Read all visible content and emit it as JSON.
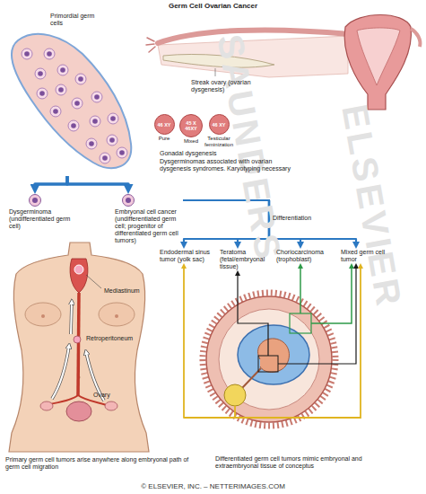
{
  "diagram": {
    "title": "Germ Cell Ovarian Cancer",
    "nodes": [
      {
        "text": [
          "Primordial germ cells"
        ]
      },
      {
        "text": [
          "46 XY",
          "Pure"
        ]
      },
      {
        "text": [
          "45 X 46XY",
          "Mixed"
        ]
      },
      {
        "text": [
          "46 XY",
          "Testicular feminization"
        ]
      },
      {
        "text": [
          "Dysgerminoma (undifferentiated germ cell)"
        ]
      },
      {
        "text": [
          "Embryonal cell cancer (undifferentiated germ cell; progenitor of differentiated germ cell tumors)"
        ]
      },
      {
        "text": [
          "Endodermal sinus tumor (yolk sac)"
        ]
      },
      {
        "text": [
          "Teratoma (fetal/embryonal tissue)"
        ]
      },
      {
        "text": [
          "Choriocarcinoma (trophoblast)"
        ]
      },
      {
        "text": [
          "Mixed germ cell tumor"
        ]
      },
      {
        "text": [
          "Differentiated germ cell tumors mimic embryonal and extraembryonal tissue of conceptus"
        ]
      }
    ],
    "edges": [
      {
        "from": 0,
        "to": 4,
        "arrow": "to"
      },
      {
        "from": 0,
        "to": 5,
        "arrow": "to"
      },
      {
        "from": 5,
        "to": 6,
        "arrow": "to"
      },
      {
        "from": 5,
        "to": 7,
        "arrow": "to"
      },
      {
        "from": 5,
        "to": 8,
        "arrow": "to"
      },
      {
        "from": 5,
        "to": 9,
        "arrow": "to"
      },
      {
        "from": 10,
        "to": 6,
        "arrow": "to"
      },
      {
        "from": 10,
        "to": 7,
        "arrow": "to"
      },
      {
        "from": 10,
        "to": 8,
        "arrow": "to"
      },
      {
        "from": 10,
        "to": 9,
        "arrow": "to"
      }
    ],
    "labels": [
      "Streak ovary (ovarian dysgenesis)",
      "Gonadal dysgenesis",
      "Dysgerminomas associated with ovarian dysgenesis syndromes. Karyotyping necessary",
      "Differentiation",
      "Mediastinum",
      "Retroperitoneum",
      "Ovary",
      "Primary germ cell tumors arise anywhere along embryonal path of germ cell migration",
      "© ELSEVIER, INC. – NETTERIMAGES.COM",
      "SAUNDERS",
      "ELSEVIER"
    ]
  }
}
